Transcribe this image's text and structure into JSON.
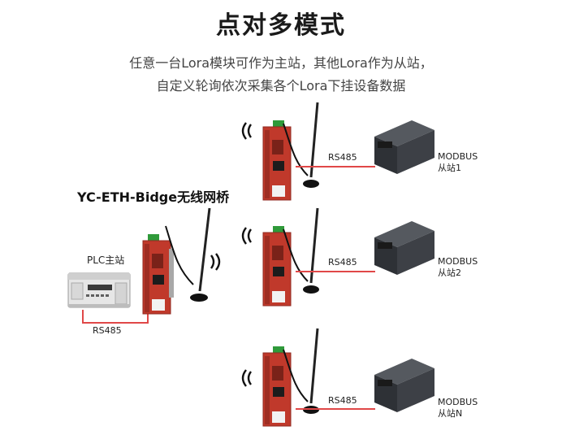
{
  "title": "点对多模式",
  "subtitle_line1": "任意一台Lora模块可作为主站，其他Lora作为从站，",
  "subtitle_line2": "自定义轮询依次采集各个Lora下挂设备数据",
  "model_label": "YC-ETH-Bidge无线网桥",
  "plc_label": "PLC主站",
  "master_link_label": "RS485",
  "slaves": [
    {
      "link_label": "RS485",
      "device_line1": "MODBUS",
      "device_line2": "从站1"
    },
    {
      "link_label": "RS485",
      "device_line1": "MODBUS",
      "device_line2": "从站2"
    },
    {
      "link_label": "RS485",
      "device_line1": "MODBUS",
      "device_line2": "从站N"
    }
  ],
  "colors": {
    "bridge_red": "#c0392b",
    "wire_red": "#e04848",
    "module_dark": "#3a3d42",
    "plc_body": "#e6e6e6"
  }
}
